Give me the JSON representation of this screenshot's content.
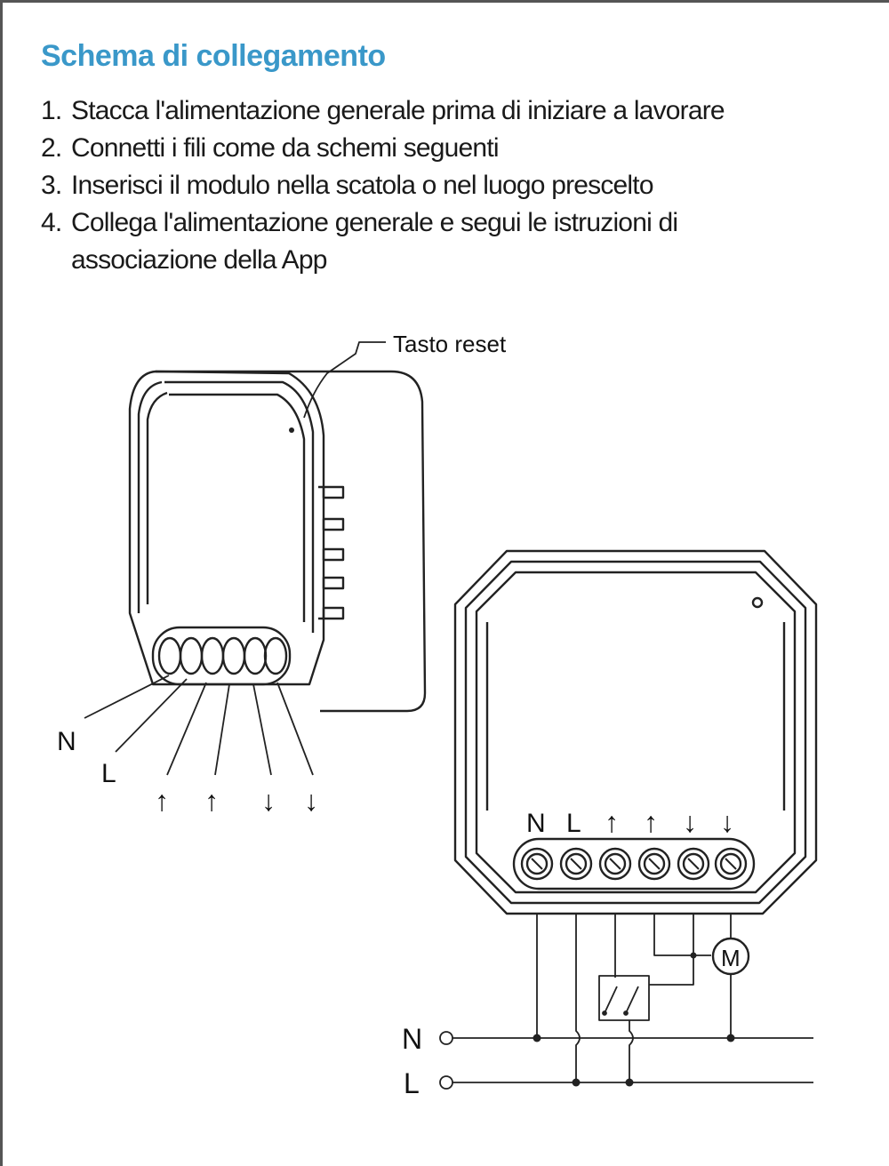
{
  "heading": {
    "title": "Schema di collegamento",
    "title_color": "#3a98c9"
  },
  "steps": [
    {
      "number": "1.",
      "text": "Stacca l'alimentazione generale prima di iniziare a lavorare"
    },
    {
      "number": "2.",
      "text": "Connetti i fili come da schemi seguenti"
    },
    {
      "number": "3.",
      "text": "Inserisci il modulo nella scatola o nel luogo prescelto"
    },
    {
      "number": "4.",
      "text": "Collega l'alimentazione generale e segui le istruzioni di associazione della App"
    }
  ],
  "diagram": {
    "reset_label": "Tasto reset",
    "side_view_terminals": [
      "N",
      "L",
      "↑",
      "↑",
      "↓",
      "↓"
    ],
    "front_view_terminals": [
      "N",
      "L",
      "↑",
      "↑",
      "↓",
      "↓"
    ],
    "motor_label": "M",
    "supply_lines": [
      "N",
      "L"
    ]
  }
}
